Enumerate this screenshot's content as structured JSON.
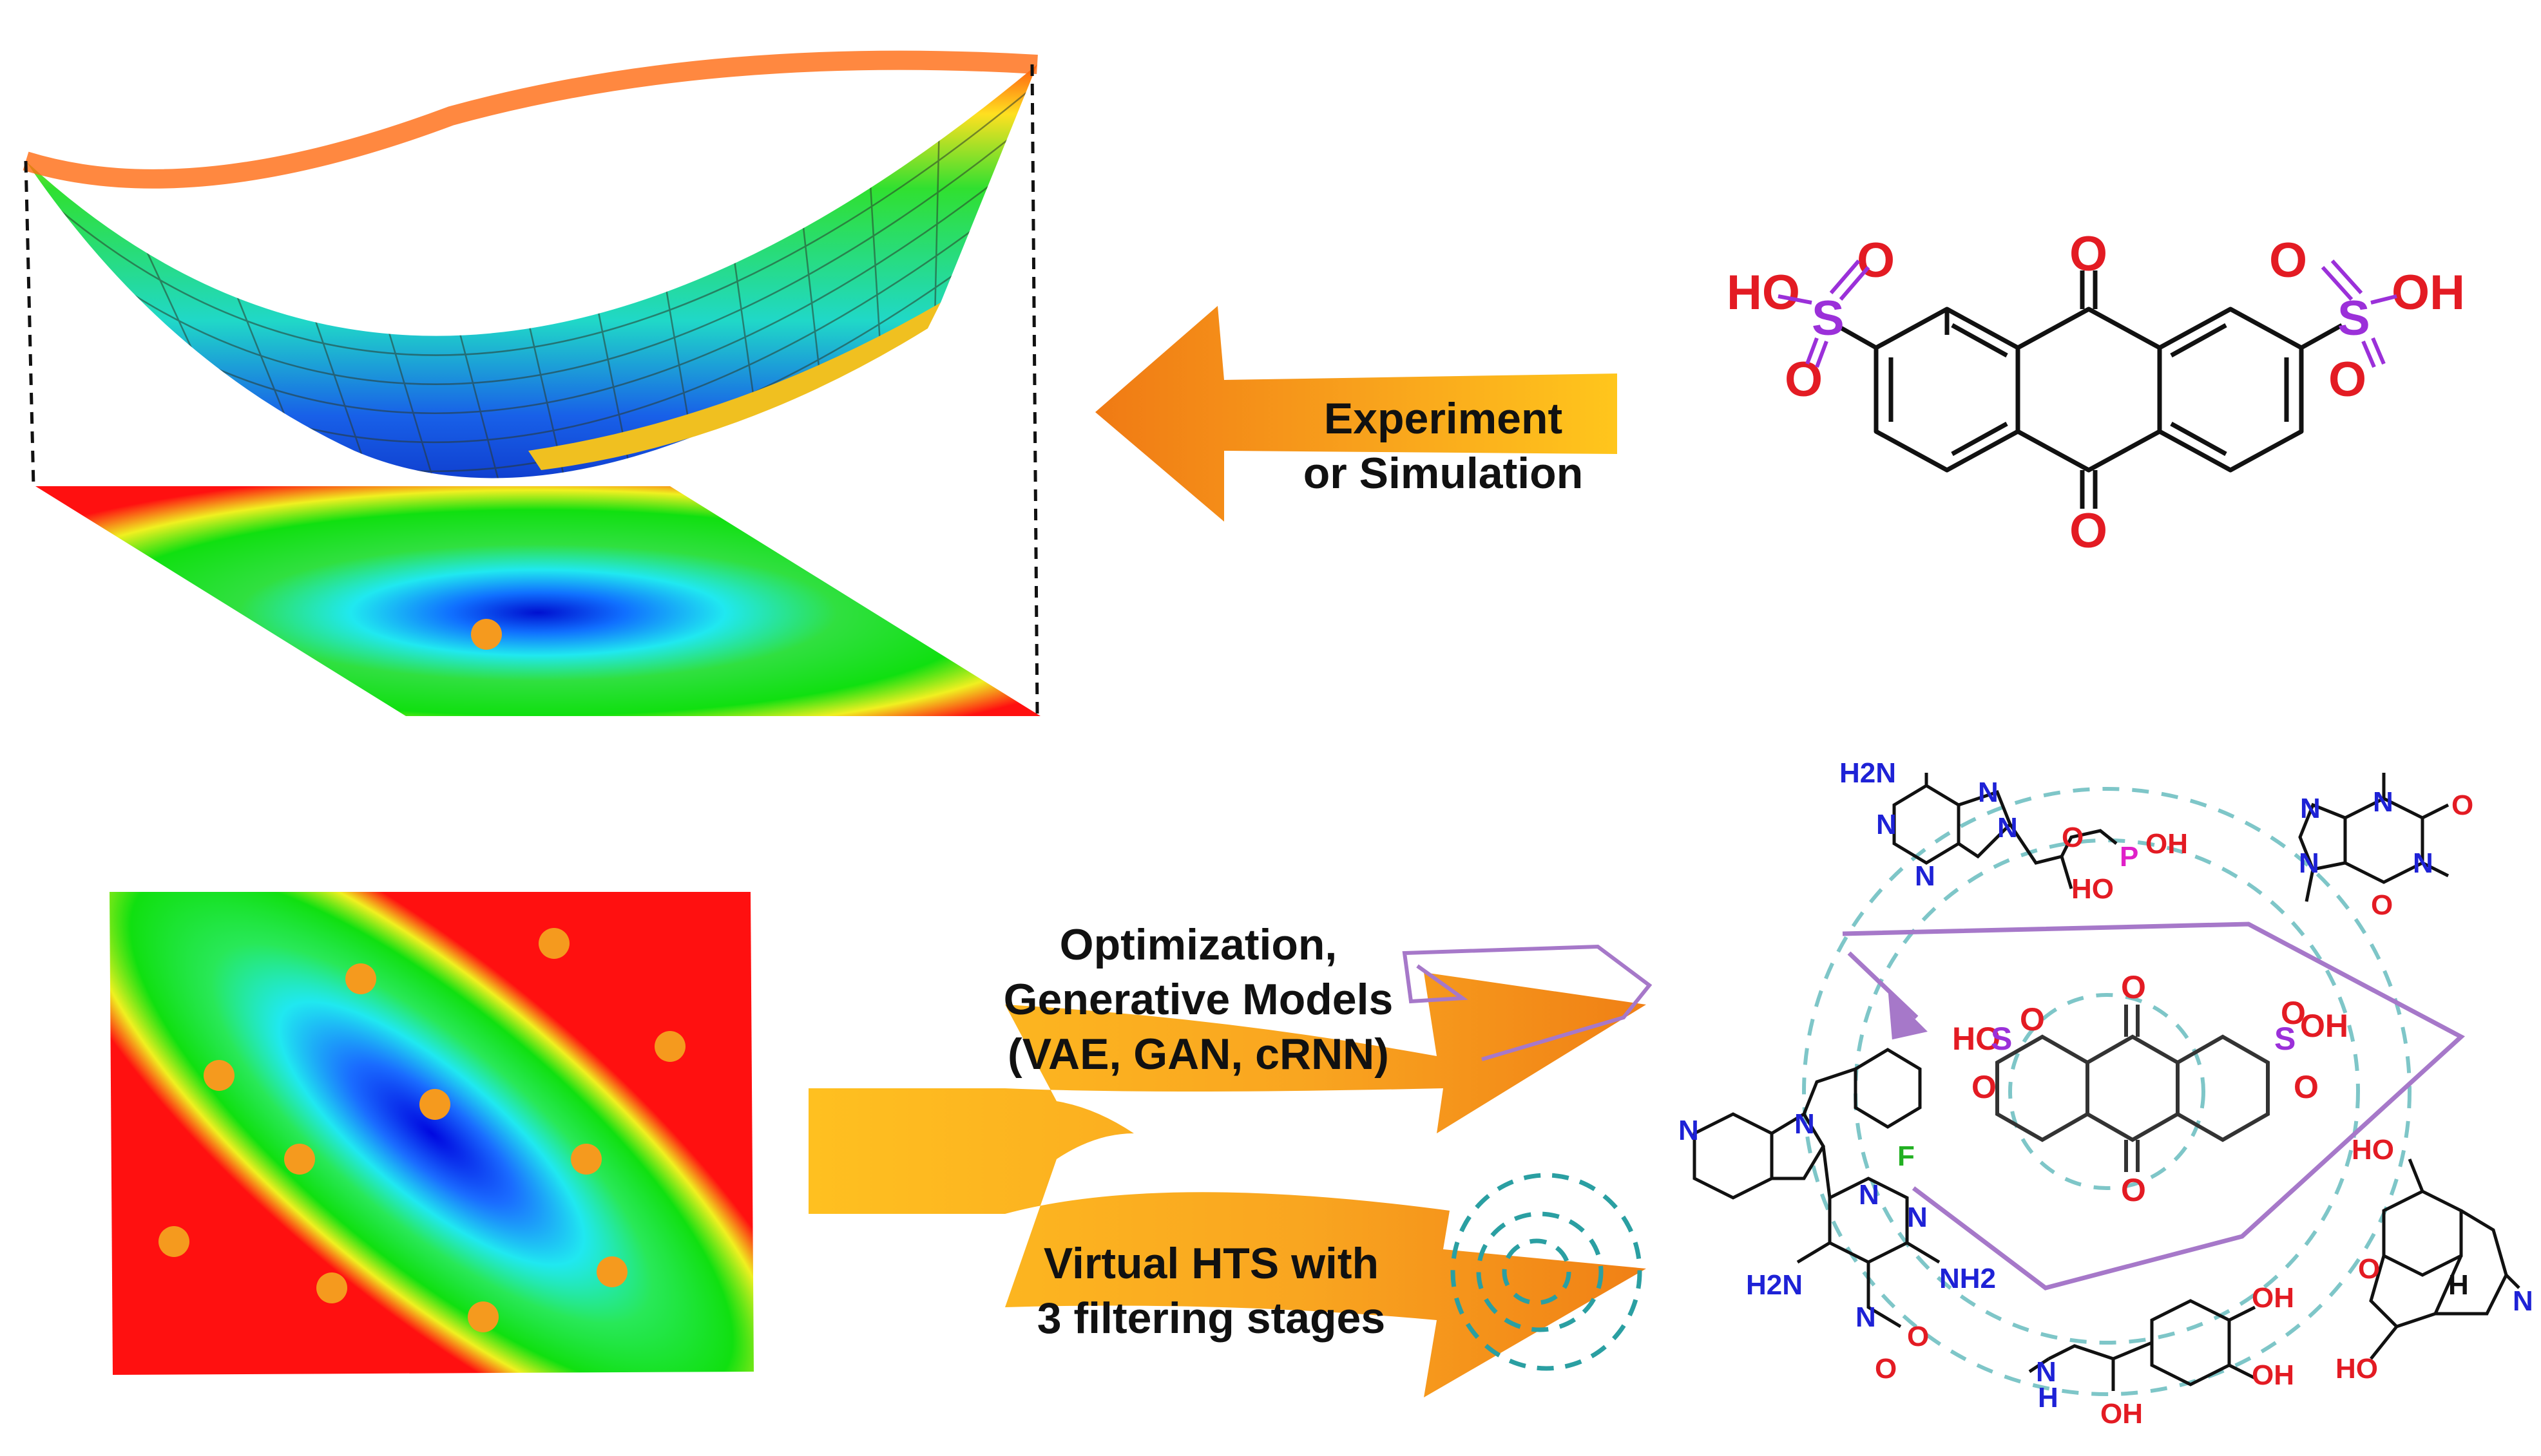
{
  "labels": {
    "experiment_line1": "Experiment",
    "experiment_line2": "or Simulation",
    "optimization_line1": "Optimization,",
    "optimization_line2": "Generative Models",
    "optimization_line3": "(VAE, GAN, cRNN)",
    "vhts_line1": "Virtual HTS with",
    "vhts_line2": "3 filtering stages"
  },
  "molecule_atoms": {
    "ho": "HO",
    "oh": "OH",
    "o": "O",
    "s": "S",
    "n": "N",
    "p": "P",
    "f": "F",
    "h": "H",
    "nh2": "NH2",
    "h2n": "H2N"
  },
  "colors": {
    "arrow": "#f7a51c",
    "arrow_dark": "#f08a1a",
    "dot": "#f59a1e",
    "purple_path": "#a678c9",
    "dashed_circle": "#7ec6c8",
    "oxygen": "#e31b23",
    "sulfur": "#9b30d9",
    "nitrogen": "#1e22d6",
    "fluorine": "#22b022",
    "phosphorus": "#e020c8"
  }
}
